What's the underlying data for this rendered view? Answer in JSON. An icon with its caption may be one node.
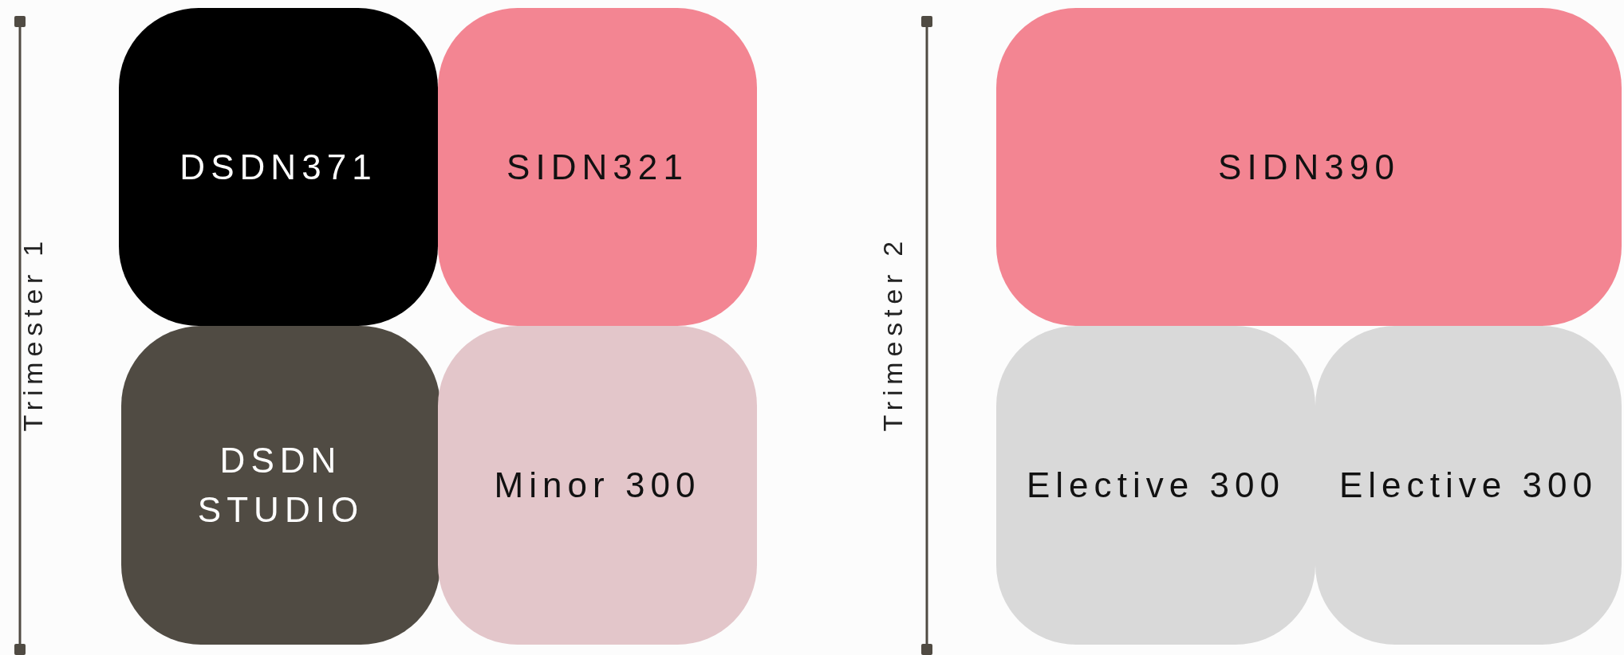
{
  "diagram": {
    "nodes": [
      {
        "text": [
          "DSDN371"
        ]
      },
      {
        "text": [
          "SIDN321"
        ]
      },
      {
        "text": [
          "DSDN STUDIO"
        ]
      },
      {
        "text": [
          "Minor 300"
        ]
      },
      {
        "text": [
          "SIDN390"
        ]
      },
      {
        "text": [
          "Elective 300"
        ]
      },
      {
        "text": [
          "Elective 300"
        ]
      }
    ],
    "labels": [
      "Trimester 1",
      "Trimester 2"
    ]
  }
}
